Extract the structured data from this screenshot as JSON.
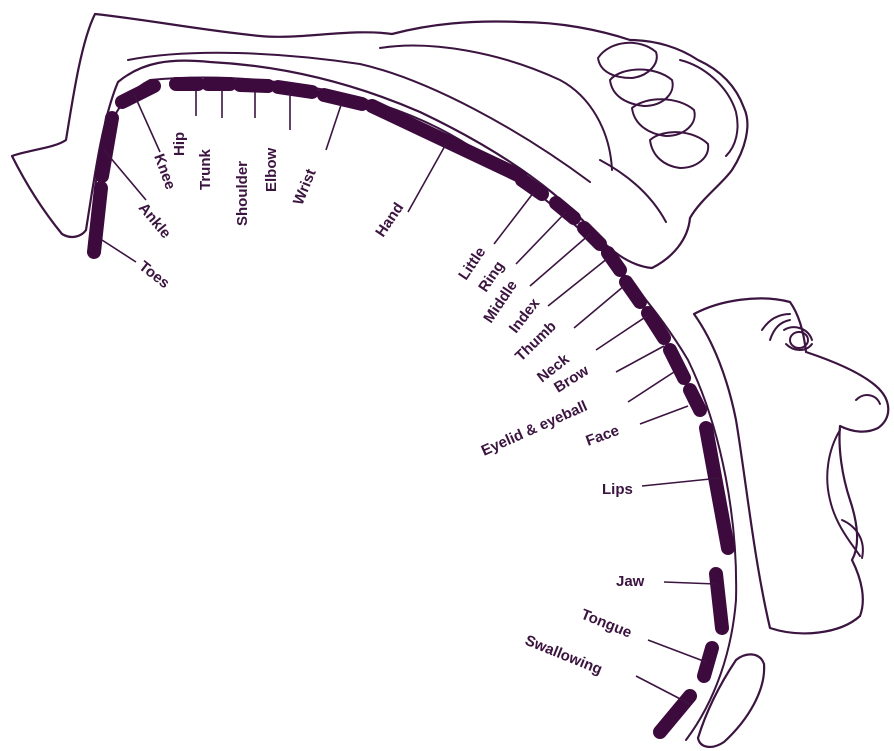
{
  "colors": {
    "ink": "#3b1440",
    "segment": "#3d0a3d",
    "text": "#3b1440"
  },
  "labels": [
    "Toes",
    "Ankle",
    "Knee",
    "Hip",
    "Trunk",
    "Shoulder",
    "Elbow",
    "Wrist",
    "Hand",
    "Little",
    "Ring",
    "Middle",
    "Index",
    "Thumb",
    "Neck",
    "Brow",
    "Eyelid & eyeball",
    "Face",
    "Lips",
    "Jaw",
    "Tongue",
    "Swallowing"
  ]
}
